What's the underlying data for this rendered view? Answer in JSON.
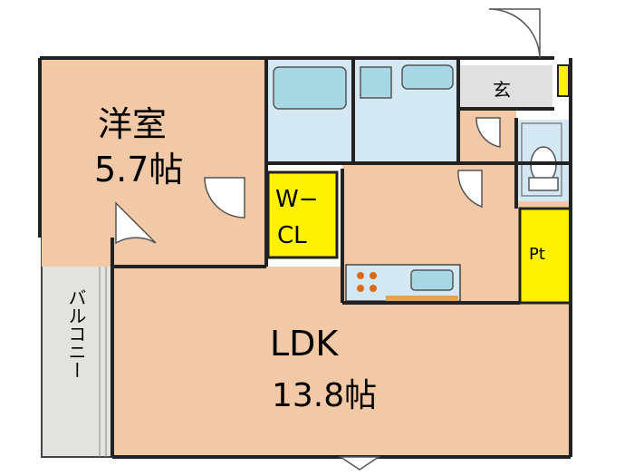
{
  "rooms": {
    "western_room": {
      "name": "洋室",
      "size": "5.7帖"
    },
    "ldk": {
      "name": "LDK",
      "size": "13.8帖"
    },
    "walk_in_closet": {
      "line1": "W−",
      "line2": "CL"
    },
    "entrance": {
      "name": "玄"
    },
    "pantry": {
      "name": "Pt"
    },
    "balcony": {
      "name": "バルコニー"
    }
  },
  "colors": {
    "room_fill": "#f2c9a6",
    "wet_area_fill": "#d4e8f4",
    "closet_fill": "#fff200",
    "balcony_fill": "#e4e2dc",
    "entrance_fill": "#e0e0e0",
    "fixture_fill": "#a8d8e6",
    "wall": "#222222"
  }
}
